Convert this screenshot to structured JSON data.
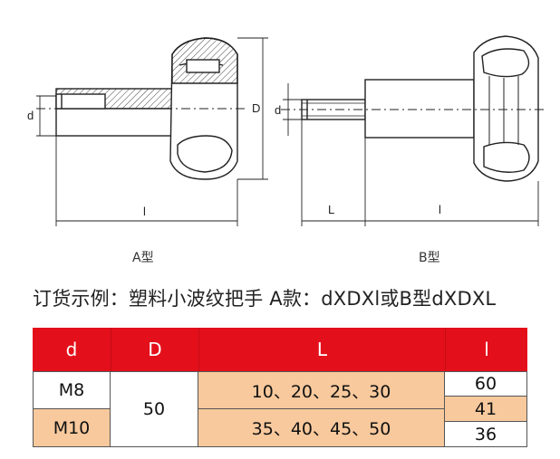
{
  "drawing": {
    "type_a": {
      "caption": "A型",
      "dim_d": "d",
      "dim_D": "D",
      "dim_l": "l"
    },
    "type_b": {
      "caption": "B型",
      "dim_d": "d",
      "dim_L": "L",
      "dim_l": "l"
    }
  },
  "order_example": "订货示例：塑料小波纹把手 A款：dXDXl或B型dXDXL",
  "table": {
    "headers": [
      "d",
      "D",
      "L",
      "l"
    ],
    "colors": {
      "header": "#e3101b",
      "orange": "#f8c99d",
      "white": "#ffffff"
    },
    "d_values": [
      "M8",
      "M10"
    ],
    "D_value": "50",
    "L_values": [
      "10、20、25、30",
      "35、40、45、50"
    ],
    "l_values": [
      "60",
      "41",
      "36"
    ]
  }
}
